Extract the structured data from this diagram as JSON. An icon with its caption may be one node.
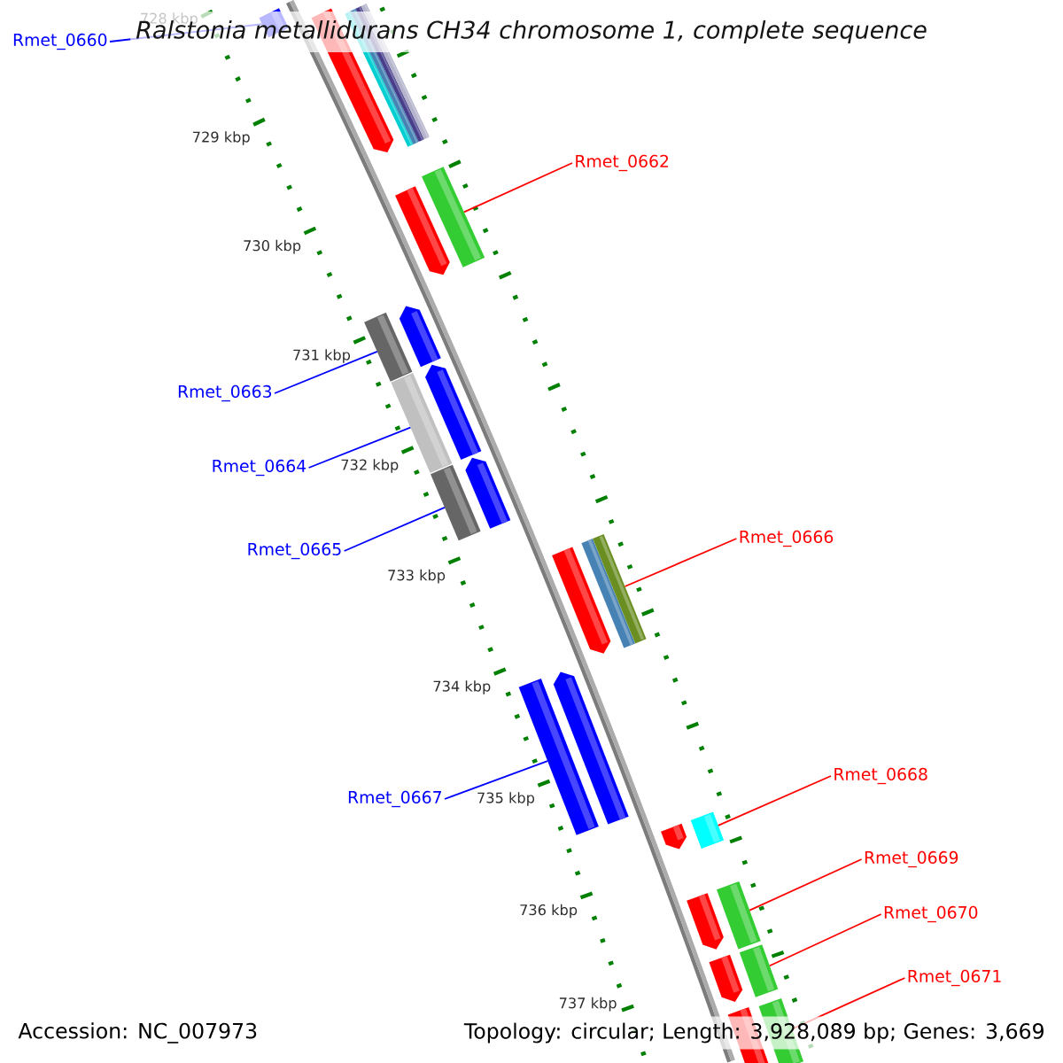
{
  "diagram": {
    "title": "Ralstonia metallidurans CH34 chromosome 1, complete sequence",
    "nodes": [
      {
        "text": [
          "Rmet_0660"
        ]
      },
      {
        "text": [
          "Rmet_0662"
        ]
      },
      {
        "text": [
          "Rmet_0663"
        ]
      },
      {
        "text": [
          "Rmet_0664"
        ]
      },
      {
        "text": [
          "Rmet_0666"
        ]
      },
      {
        "text": [
          "Rmet_0665"
        ]
      },
      {
        "text": [
          "Rmet_0668"
        ]
      },
      {
        "text": [
          "Rmet_0667"
        ]
      },
      {
        "text": [
          "Rmet_0669"
        ]
      },
      {
        "text": [
          "Rmet_0670"
        ]
      },
      {
        "text": [
          "Rmet_0671"
        ]
      },
      {
        "text": [],
        "shape": "bar"
      },
      {
        "text": [],
        "shape": "bar"
      },
      {
        "text": [],
        "shape": "bar"
      },
      {
        "text": [],
        "shape": "bar"
      },
      {
        "text": [],
        "shape": "bar"
      },
      {
        "text": [],
        "shape": "bar"
      },
      {
        "text": [],
        "shape": "bar"
      },
      {
        "text": [],
        "shape": "bar"
      },
      {
        "text": [],
        "shape": "bar"
      },
      {
        "text": [],
        "shape": "bar"
      },
      {
        "text": [],
        "shape": "bar"
      }
    ],
    "edges": [
      {
        "from": 0,
        "to": 11,
        "arrow": "none",
        "color": "#0000ff"
      },
      {
        "from": 1,
        "to": 12,
        "arrow": "none"
      },
      {
        "from": 2,
        "to": 13,
        "arrow": "none",
        "color": "#0000ff"
      },
      {
        "from": 3,
        "to": 14,
        "arrow": "none",
        "color": "#0000ff"
      },
      {
        "from": 4,
        "to": 16,
        "arrow": "none"
      },
      {
        "from": 5,
        "to": 15,
        "arrow": "none",
        "color": "#0000ff"
      },
      {
        "from": 6,
        "to": 18,
        "arrow": "none"
      },
      {
        "from": 7,
        "to": 17,
        "arrow": "none",
        "color": "#0000ff"
      },
      {
        "from": 8,
        "to": 19,
        "arrow": "none"
      },
      {
        "from": 9,
        "to": 20,
        "arrow": "none"
      },
      {
        "from": 10,
        "to": 21,
        "arrow": "none"
      }
    ],
    "labels": [
      "728 kbp",
      "729 kbp",
      "730 kbp",
      "731 kbp",
      "732 kbp",
      "733 kbp",
      "734 kbp",
      "735 kbp",
      "736 kbp",
      "737 kbp",
      "Accession: NC_007973",
      "Topology: circular; Length: 3,928,089 bp; Genes: 3,669"
    ]
  }
}
